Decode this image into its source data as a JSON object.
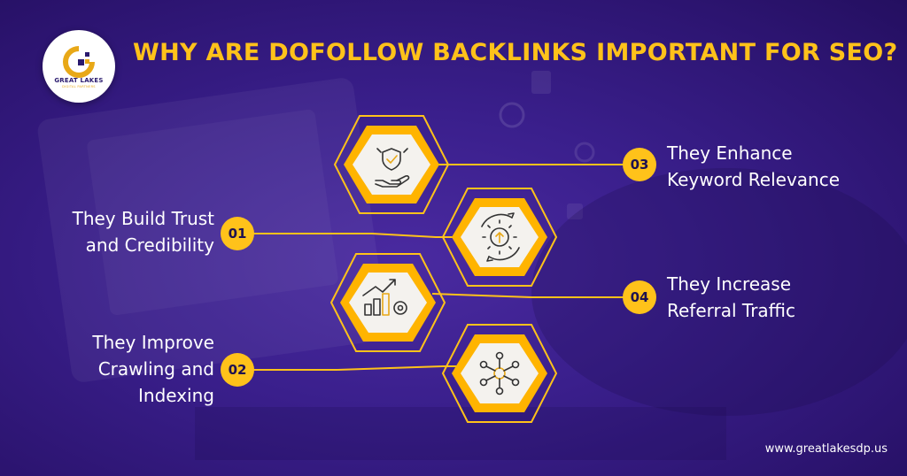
{
  "title": "WHY ARE DOFOLLOW BACKLINKS IMPORTANT FOR SEO?",
  "logo": {
    "name": "GREAT LAKES",
    "subtitle": "DIGITAL PARTNERS"
  },
  "items": [
    {
      "number": "01",
      "text": "They Build Trust\nand Credibility",
      "icon": "gear-arrow-cycle-icon"
    },
    {
      "number": "02",
      "text": "They Improve\nCrawling and\nIndexing",
      "icon": "network-nodes-icon"
    },
    {
      "number": "03",
      "text": "They Enhance\nKeyword Relevance",
      "icon": "hand-shield-check-icon"
    },
    {
      "number": "04",
      "text": "They Increase\nReferral Traffic",
      "icon": "growth-chart-gear-icon"
    }
  ],
  "footer": "www.greatlakesdp.us",
  "colors": {
    "background": "#3a1f8c",
    "accent": "#ffc21a",
    "hex_face": "#f4f2ee",
    "text": "#ffffff"
  }
}
